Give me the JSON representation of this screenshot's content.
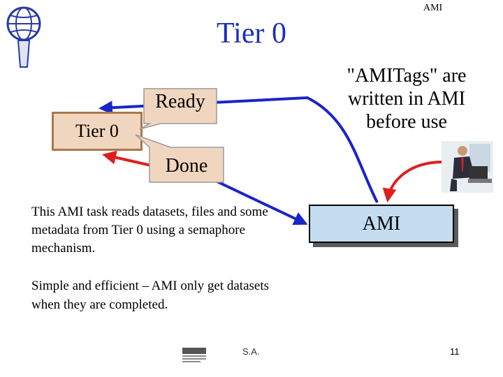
{
  "slide": {
    "header_label": "AMI",
    "title": "Tier 0",
    "page_number": "11",
    "footer_author": "S.A."
  },
  "boxes": {
    "tier0": "Tier 0",
    "ami": "AMI"
  },
  "callouts": {
    "ready": "Ready",
    "done": "Done"
  },
  "notes": {
    "amitags": "\"AMITags\" are written in AMI before use",
    "task": "This AMI task reads datasets, files and some metadata from Tier 0 using a semaphore mechanism.",
    "summary": "Simple and efficient – AMI only get datasets when they are completed."
  },
  "colors": {
    "title_blue": "#1d2fb7",
    "arrow_blue": "#1a24c8",
    "arrow_red": "#e01e1e",
    "tier0_fill": "#f1d6bf",
    "ami_fill": "#c3dcef",
    "callout_fill": "#f1d6bf"
  },
  "icons": {
    "top_left_logo": "globe-figure-logo",
    "person": "businessman-at-computer",
    "footer_logo": "lpsc-logo"
  }
}
